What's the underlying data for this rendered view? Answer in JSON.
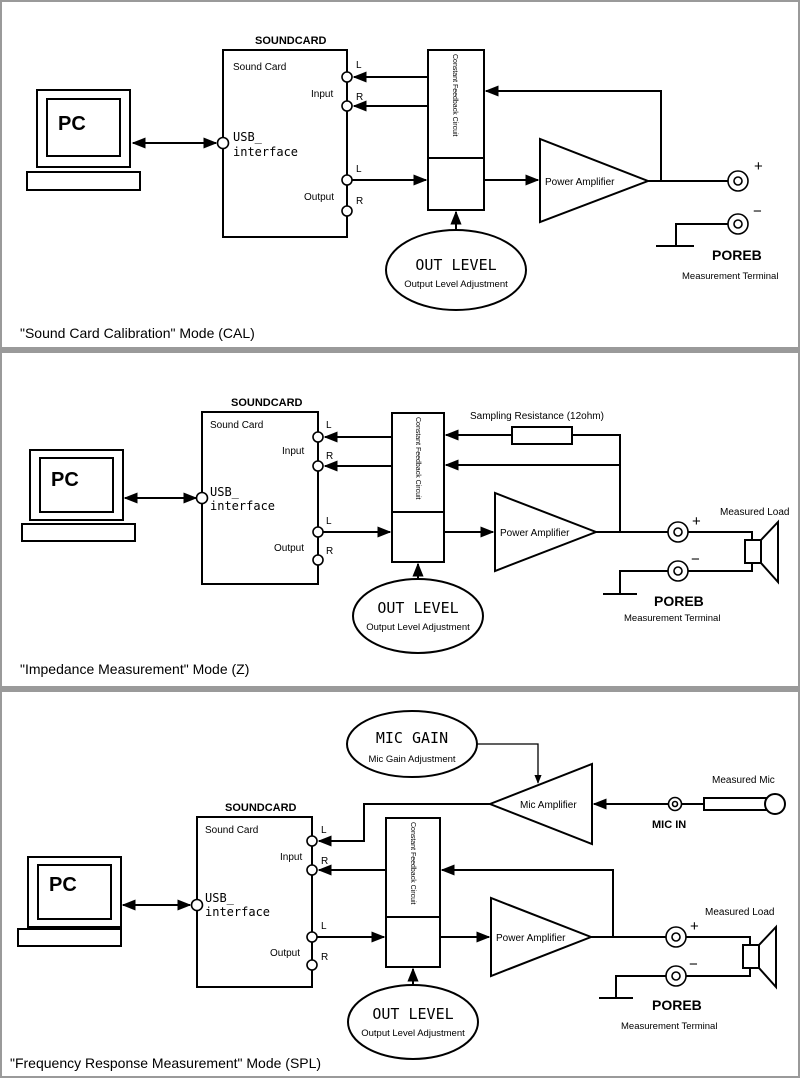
{
  "panels": [
    {
      "caption": "\"Sound Card Calibration\" Mode (CAL)",
      "pc": "PC",
      "soundcard_title": "SOUNDCARD",
      "soundcard_sub": "Sound Card",
      "input": "Input",
      "output": "Output",
      "L": "L",
      "R": "R",
      "usb": "USB_",
      "interface": "interface",
      "feedback": "Constant Feedback Circuit",
      "amp": "Power Amplifier",
      "out_level": "OUT LEVEL",
      "out_level_sub": "Output Level Adjustment",
      "plus": "+",
      "minus": "−",
      "poreb": "POREB",
      "terminal": "Measurement Terminal"
    },
    {
      "caption": "\"Impedance Measurement\" Mode (Z)",
      "pc": "PC",
      "soundcard_title": "SOUNDCARD",
      "soundcard_sub": "Sound Card",
      "input": "Input",
      "output": "Output",
      "L": "L",
      "R": "R",
      "usb": "USB_",
      "interface": "interface",
      "feedback": "Constant Feedback Circuit",
      "amp": "Power Amplifier",
      "out_level": "OUT LEVEL",
      "out_level_sub": "Output Level Adjustment",
      "plus": "+",
      "minus": "−",
      "poreb": "POREB",
      "terminal": "Measurement Terminal",
      "sampling": "Sampling Resistance (12ohm)",
      "load": "Measured Load"
    },
    {
      "caption": "\"Frequency Response Measurement\" Mode (SPL)",
      "pc": "PC",
      "soundcard_title": "SOUNDCARD",
      "soundcard_sub": "Sound Card",
      "input": "Input",
      "output": "Output",
      "L": "L",
      "R": "R",
      "usb": "USB_",
      "interface": "interface",
      "feedback": "Constant Feedback Circuit",
      "amp": "Power Amplifier",
      "out_level": "OUT LEVEL",
      "out_level_sub": "Output Level Adjustment",
      "plus": "+",
      "minus": "−",
      "poreb": "POREB",
      "terminal": "Measurement Terminal",
      "load": "Measured Load",
      "mic_gain": "MIC GAIN",
      "mic_gain_sub": "Mic Gain Adjustment",
      "mic_amp": "Mic Amplifier",
      "mic_in": "MIC IN",
      "mic": "Measured Mic"
    }
  ]
}
